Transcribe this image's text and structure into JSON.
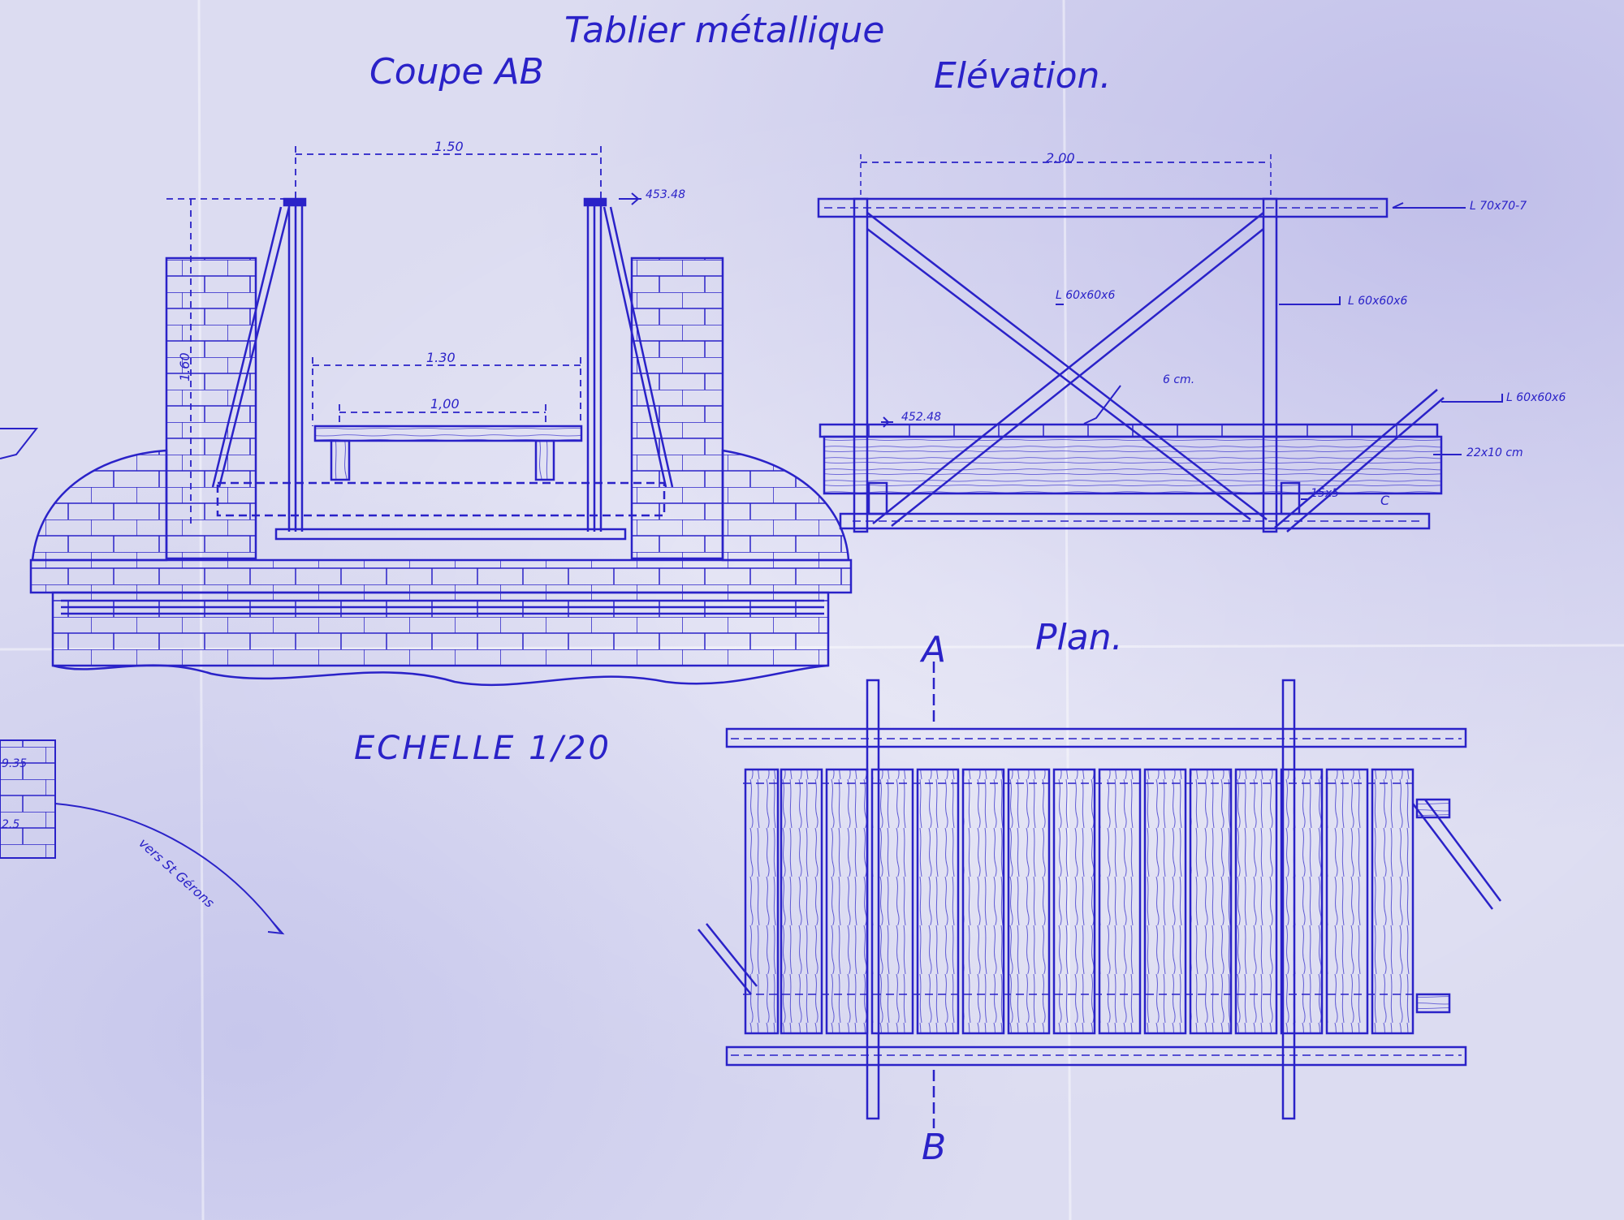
{
  "title": "Tablier    métallique",
  "views": {
    "section": "Coupe AB",
    "elevation": "Elévation.",
    "plan": "Plan."
  },
  "scale": "ECHELLE  1/20",
  "section_dims": {
    "span": "1.50",
    "inner": "1.30",
    "deck": "1,00",
    "height": "1.60",
    "level": "453.48"
  },
  "elevation_dims": {
    "span": "2.00",
    "level": "452.48",
    "angle_top": "L 70x70-7",
    "angle_post": "L 60x60x6",
    "angle_brace": "L 60x60x6",
    "angle_brace_inner": "L 60x60x6",
    "plank_gap": "6 cm.",
    "plank": "22x10 cm",
    "channel": "15x5",
    "channel_mark": "C"
  },
  "plan_marks": {
    "top": "A",
    "bottom": "B"
  },
  "site_note": "vers St Gérons",
  "side_marks": {
    "a": "9.35",
    "b": "2.5"
  },
  "colors": {
    "ink": "#2a22c8",
    "paper": "#dcdcf1"
  }
}
